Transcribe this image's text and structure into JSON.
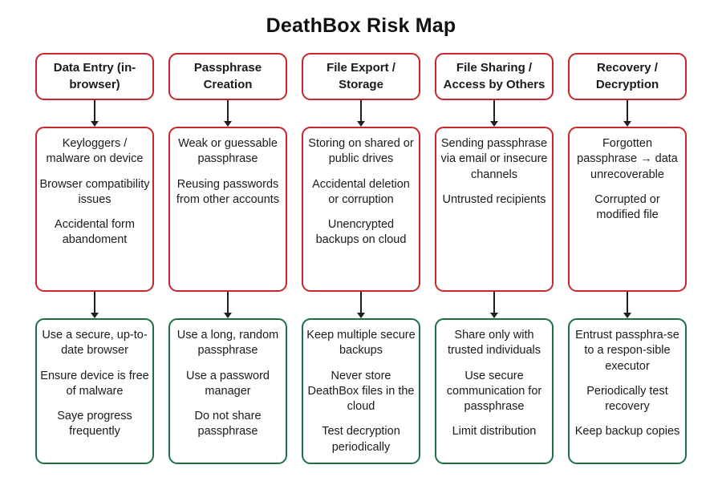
{
  "title": "DeathBox Risk Map",
  "colors": {
    "risk_border": "#c9262c",
    "mitigation_border": "#1e6f42",
    "text": "#1a1a1a",
    "background": "#ffffff"
  },
  "columns": [
    {
      "stage": "Data Entry (in-browser)",
      "risks": [
        "Keyloggers / malware on device",
        "Browser compatibility issues",
        "Accidental form abandoment"
      ],
      "mitigations": [
        "Use a secure, up-to-date browser",
        "Ensure device is free of malware",
        "Saye progress frequently"
      ]
    },
    {
      "stage": "Passphrase Creation",
      "risks": [
        "Weak or guessable passphrase",
        "Reusing passwords from other accounts"
      ],
      "mitigations": [
        "Use a long, random passphrase",
        "Use a password manager",
        "Do not share passphrase"
      ]
    },
    {
      "stage": "File Export / Storage",
      "risks": [
        "Storing on shared or public drives",
        "Accidental deletion or corruption",
        "Unencrypted backups on cloud"
      ],
      "mitigations": [
        "Keep multiple secure backups",
        "Never store DeathBox files in the cloud",
        "Test decryption periodically"
      ]
    },
    {
      "stage": "File Sharing / Access by Others",
      "risks": [
        "Sending passphrase via email or insecure channels",
        "Untrusted recipients"
      ],
      "mitigations": [
        "Share only with trusted individuals",
        "Use secure communication for passphrase",
        "Limit distribution"
      ]
    },
    {
      "stage": "Recovery / Decryption",
      "risks": [
        "Forgotten passphrase → data unrecoverable",
        "Corrupted or modified file"
      ],
      "mitigations": [
        "Entrust passphra-se to a respon-sible executor",
        "Periodically test recovery",
        "Keep backup copies"
      ]
    }
  ]
}
